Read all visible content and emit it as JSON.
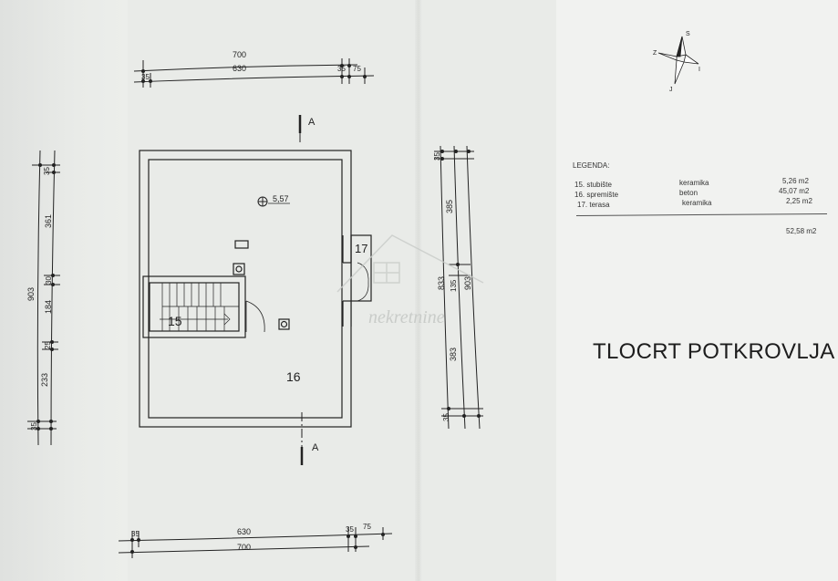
{
  "dims": {
    "top_700": "700",
    "top_630": "630",
    "top_35a": "35",
    "top_35b": "35",
    "top_75": "75",
    "bot_700": "700",
    "bot_630": "630",
    "bot_35a": "35",
    "bot_35b": "35",
    "bot_75": "75",
    "left_903": "903",
    "left_361": "361",
    "left_30": "30",
    "left_184": "184",
    "left_25": "25",
    "left_233": "233",
    "left_35a": "35",
    "left_35b": "35",
    "right_385": "385",
    "right_833": "833",
    "right_903": "903",
    "right_135": "135",
    "right_383": "383",
    "right_35a": "35",
    "right_35b": "35"
  },
  "plan": {
    "section_a_top": "A",
    "section_a_bottom": "A",
    "room_15": "15",
    "room_16": "16",
    "room_17": "17",
    "level": "5,57"
  },
  "compass": {
    "n": "S",
    "e": "I",
    "s": "J",
    "w": "Z"
  },
  "legend": {
    "heading": "LEGENDA:",
    "rows": [
      {
        "name": "15. stubište",
        "material": "keramika",
        "area": "5,26 m2"
      },
      {
        "name": "16. spremište",
        "material": "beton",
        "area": "45,07 m2"
      },
      {
        "name": "17. terasa",
        "material": "keramika",
        "area": "2,25 m2"
      }
    ],
    "total": "52,58 m2"
  },
  "title": "TLOCRT POTKROVLJA",
  "watermark": "nekretnine"
}
